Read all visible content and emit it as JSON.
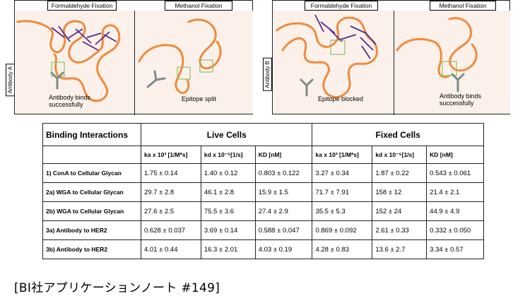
{
  "figure": {
    "left_block": {
      "side_label": "Antibody A",
      "panel1": {
        "title": "Formaldehyde Fixation",
        "caption_line1": "Antibody binds",
        "caption_line2": "successfully"
      },
      "panel2": {
        "title": "Methanol Fixation",
        "caption_line1": "Epitope split"
      }
    },
    "right_block": {
      "side_label": "Antibody B",
      "panel1": {
        "title": "Formaldehyde Fixation",
        "caption_line1": "Epitope blocked"
      },
      "panel2": {
        "title": "Methanol Fixation",
        "caption_line1": "Antibody binds",
        "caption_line2": "successfully"
      }
    },
    "colors": {
      "protein": "#f08a3c",
      "crosslink": "#5a2a8c",
      "epitope_box": "#8fbf6a",
      "antibody": "#7d8a8c",
      "cell_bg": "#fbf1ea"
    }
  },
  "table": {
    "header_col": "Binding Interactions",
    "groups": [
      "Live Cells",
      "Fixed Cells"
    ],
    "subheaders": [
      "ka x 10³ [1/M*s]",
      "kd x 10⁻⁵[1/s]",
      "KD [nM]",
      "ka x 10³ [1/M*s]",
      "kd x 10⁻⁵[1/s]",
      "KD [nM]"
    ],
    "rows": [
      {
        "label": "1) ConA to Cellular Glycan",
        "values": [
          "1.75 ± 0.14",
          "1.40 ± 0.12",
          "0.803 ± 0.122",
          "3.27 ± 0.34",
          "1.87 ± 0.22",
          "0.543 ± 0.061"
        ]
      },
      {
        "label": "2a) WGA to Cellular Glycan",
        "values": [
          "29.7 ± 2.8",
          "46.1 ± 2.8",
          "15.9 ± 1.5",
          "71.7 ± 7.91",
          "158 ± 12",
          "21.4 ± 2.1"
        ]
      },
      {
        "label": "2b) WGA to Cellular Glycan",
        "values": [
          "27.6 ± 2.5",
          "75.5 ± 3.6",
          "27.4 ± 2.9",
          "35.5 ± 5.3",
          "152 ± 24",
          "44.9 ± 4.9"
        ]
      },
      {
        "label": "3a) Antibody to HER2",
        "values": [
          "0.628 ± 0.037",
          "3.69 ± 0.14",
          "0.588 ± 0.047",
          "0.869 ± 0.092",
          "2.61 ± 0.33",
          "0.332 ± 0.050"
        ]
      },
      {
        "label": "3b) Antibody to HER2",
        "values": [
          "4.01 ± 0.44",
          "16.3 ± 2.01",
          "4.03 ± 0.19",
          "4.28 ± 0.83",
          "13.6 ± 2.7",
          "3.34 ± 0.57"
        ]
      }
    ]
  },
  "footer": "[BI社アプリケーションノート #149]"
}
